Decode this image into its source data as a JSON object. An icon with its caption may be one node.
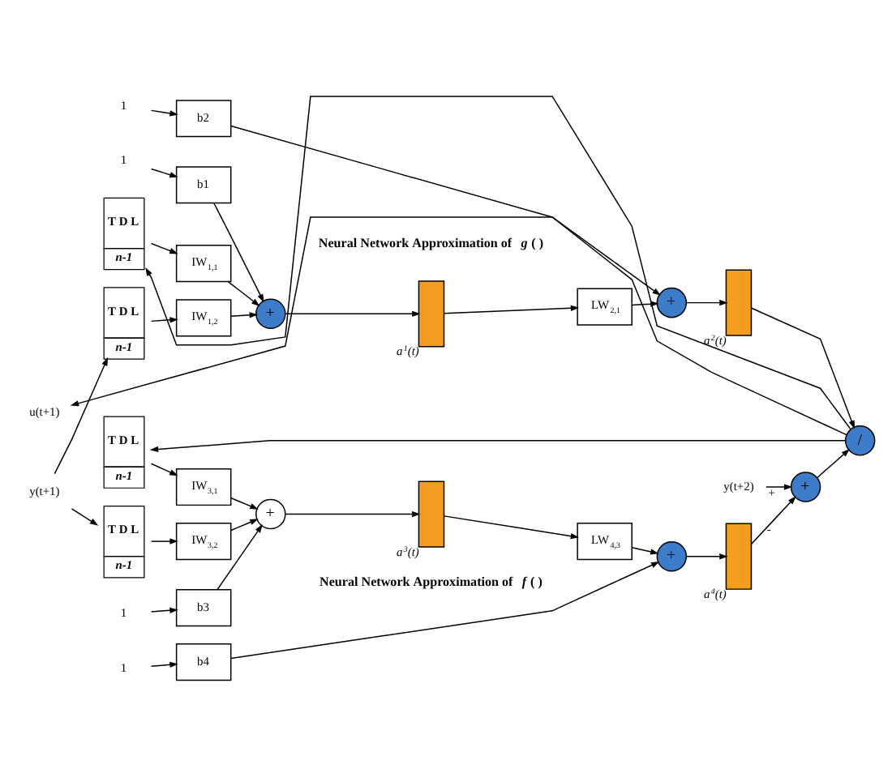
{
  "diagram": {
    "nodes": [
      {
        "text": [
          "T D L",
          "n-1"
        ]
      },
      {
        "text": [
          "IW$_{1,1}$"
        ]
      },
      {
        "text": [
          "T D L",
          "n-1"
        ]
      },
      {
        "text": [
          "1"
        ]
      },
      {
        "text": [
          "b1"
        ]
      },
      {
        "text": [
          "IW$_{1,2}$"
        ]
      },
      {
        "text": [
          "+"
        ]
      },
      {
        "text": [],
        "shape": "box",
        "beside": [
          "a$^{1}$(t)"
        ]
      },
      {
        "text": [
          "LW$_{2,1}$"
        ]
      },
      {
        "text": [
          "1"
        ]
      },
      {
        "text": [
          "b2"
        ]
      },
      {
        "text": [
          "+"
        ]
      },
      {
        "text": [],
        "shape": "box",
        "beside": [
          "a$^{2}$(t)"
        ]
      },
      {
        "text": [
          "/"
        ]
      },
      {
        "text": [
          "u(t+1)"
        ]
      },
      {
        "text": [
          "T D L",
          "n-1"
        ]
      },
      {
        "text": [
          "IW$_{3,1}$"
        ]
      },
      {
        "text": [
          "y(t+1)"
        ]
      },
      {
        "text": [
          "T D L",
          "n-1"
        ]
      },
      {
        "text": [
          "IW$_{3,2}$"
        ]
      },
      {
        "text": [
          "1"
        ]
      },
      {
        "text": [
          "b3"
        ]
      },
      {
        "text": [
          "+"
        ]
      },
      {
        "text": [],
        "shape": "box",
        "beside": [
          "a$^{3}$(t)"
        ]
      },
      {
        "text": [
          "LW$_{4,3}$"
        ]
      },
      {
        "text": [
          "1"
        ]
      },
      {
        "text": [
          "b4"
        ]
      },
      {
        "text": [
          "+"
        ]
      },
      {
        "text": [],
        "shape": "box",
        "beside": [
          "a$^{4}$(t)"
        ]
      },
      {
        "text": [
          "+"
        ]
      },
      {
        "text": [
          "y(t+2)"
        ]
      }
    ],
    "edges": [
      {
        "from": 0,
        "to": 1,
        "arrow": "to"
      },
      {
        "from": 2,
        "to": 5,
        "arrow": "to"
      },
      {
        "from": 1,
        "to": 6,
        "arrow": "to"
      },
      {
        "from": 3,
        "to": 4,
        "arrow": "to"
      },
      {
        "from": 4,
        "to": 6,
        "arrow": "to"
      },
      {
        "from": 5,
        "to": 6,
        "arrow": "to"
      },
      {
        "from": 6,
        "to": 7,
        "arrow": "to"
      },
      {
        "from": 7,
        "to": 8,
        "arrow": "to"
      },
      {
        "from": 8,
        "to": 11,
        "arrow": "to"
      },
      {
        "from": 9,
        "to": 10,
        "arrow": "to"
      },
      {
        "from": 10,
        "to": 11,
        "arrow": "to"
      },
      {
        "from": 11,
        "to": 12,
        "arrow": "to"
      },
      {
        "from": 12,
        "to": 13,
        "arrow": "to"
      },
      {
        "from": 13,
        "to": 14,
        "arrow": "to"
      },
      {
        "from": 13,
        "to": 0,
        "arrow": "to"
      },
      {
        "from": 13,
        "to": 15,
        "arrow": "to"
      },
      {
        "from": 17,
        "to": 18,
        "arrow": "to"
      },
      {
        "from": 17,
        "to": 2,
        "arrow": "to"
      },
      {
        "from": 15,
        "to": 16,
        "arrow": "to"
      },
      {
        "from": 18,
        "to": 19,
        "arrow": "to"
      },
      {
        "from": 16,
        "to": 22,
        "arrow": "to"
      },
      {
        "from": 19,
        "to": 22,
        "arrow": "to"
      },
      {
        "from": 20,
        "to": 21,
        "arrow": "to"
      },
      {
        "from": 21,
        "to": 22,
        "arrow": "to"
      },
      {
        "from": 22,
        "to": 23,
        "arrow": "to"
      },
      {
        "from": 23,
        "to": 24,
        "arrow": "to"
      },
      {
        "from": 24,
        "to": 27,
        "arrow": "to"
      },
      {
        "from": 25,
        "to": 26,
        "arrow": "to"
      },
      {
        "from": 26,
        "to": 27,
        "arrow": "to"
      },
      {
        "from": 27,
        "to": 28,
        "arrow": "to"
      },
      {
        "from": 28,
        "to": 29,
        "arrow": "to",
        "label": "-"
      },
      {
        "from": 30,
        "to": 29,
        "arrow": "to",
        "label": "+"
      },
      {
        "from": 29,
        "to": 13,
        "arrow": "to"
      }
    ],
    "labels": [
      "Neural Network Approximation of *g* ( )",
      "Neural Network Approximation of *f* ( )"
    ]
  }
}
